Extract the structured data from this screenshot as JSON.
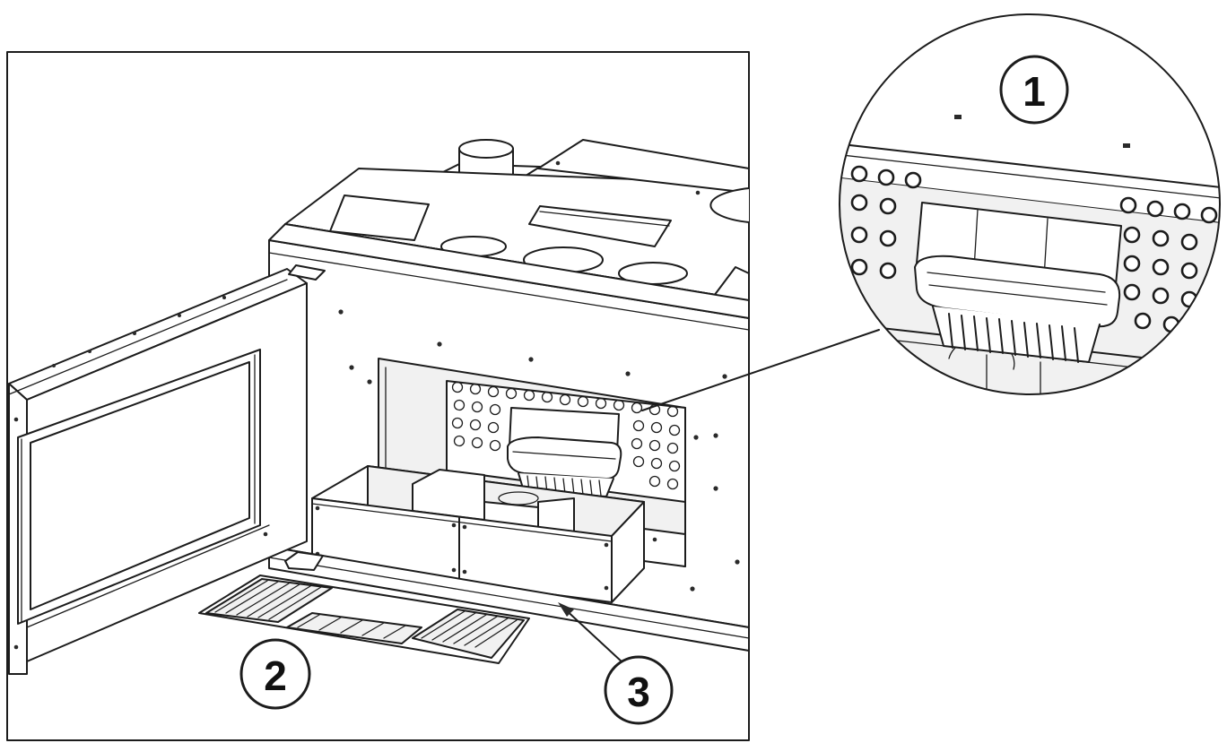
{
  "callouts": {
    "c1": "1",
    "c2": "2",
    "c3": "3"
  },
  "colors": {
    "line": "#1c1c1c",
    "background": "#ffffff"
  },
  "icons": [
    "fireplace-unit",
    "zoom-detail-circle",
    "floor-grille",
    "trough-box",
    "duct-collar",
    "perforated-panel",
    "open-door-frame"
  ]
}
